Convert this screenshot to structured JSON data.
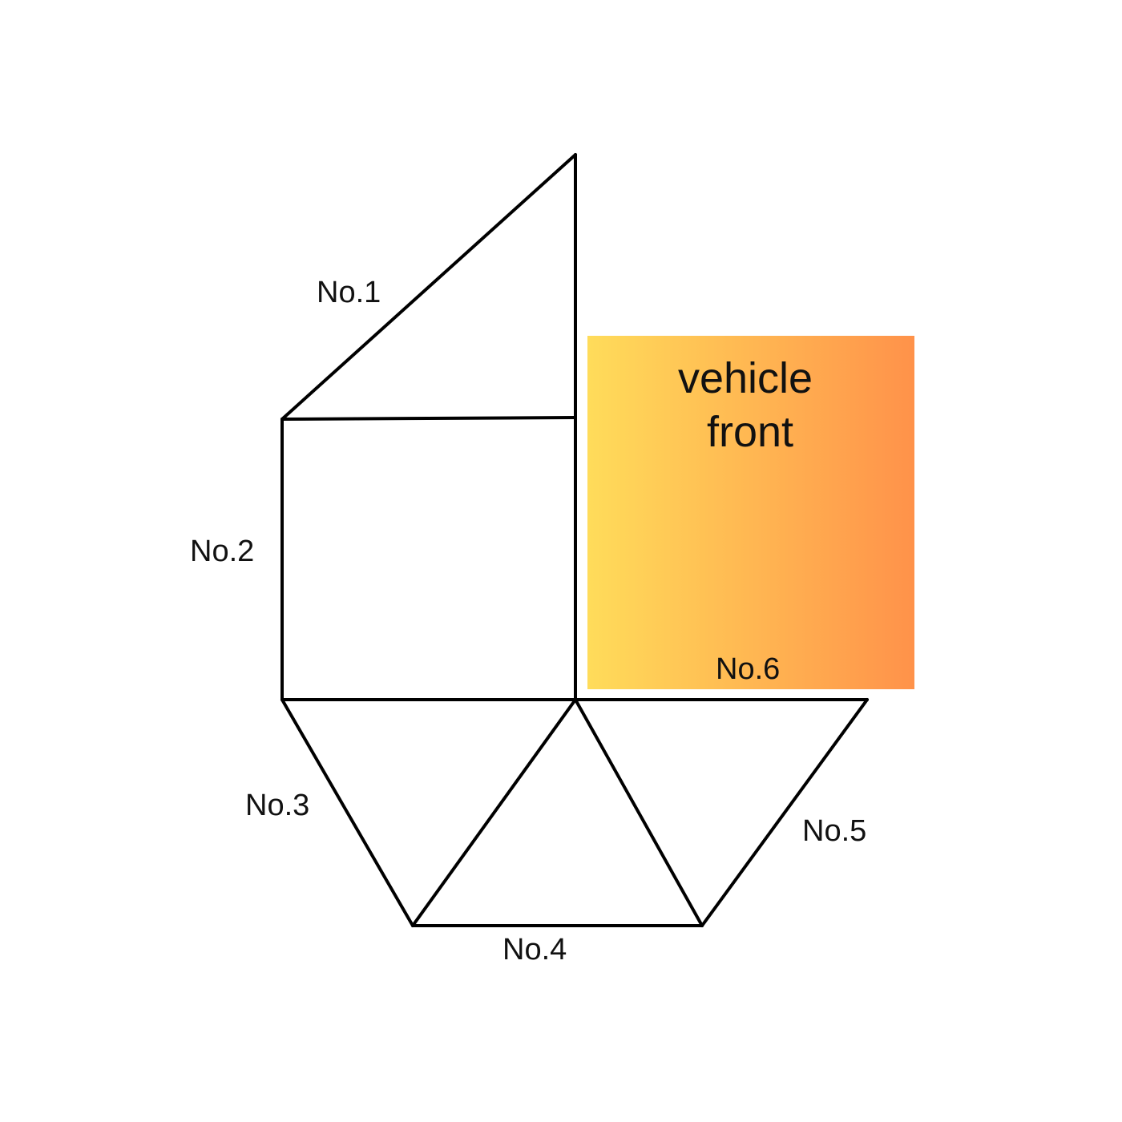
{
  "panel": {
    "line1": "vehicle",
    "line2": "front",
    "gradient_start": "#ffdc5a",
    "gradient_end": "#ff924a"
  },
  "labels": {
    "no1": "No.1",
    "no2": "No.2",
    "no3": "No.3",
    "no4": "No.4",
    "no5": "No.5",
    "no6": "No.6"
  },
  "line_color": "#000000"
}
